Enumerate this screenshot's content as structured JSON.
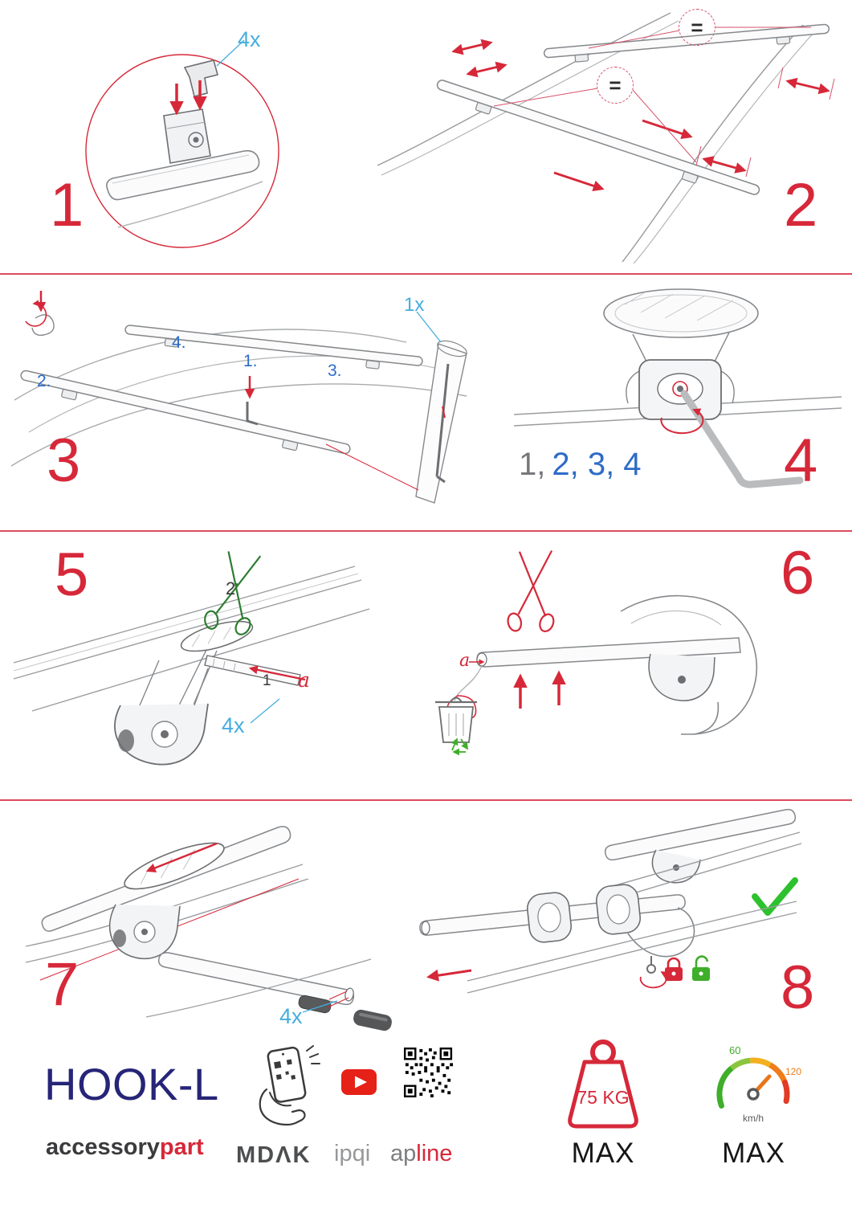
{
  "colors": {
    "accent_red": "#d62839",
    "label_cyan": "#45aede",
    "label_blue": "#2e6bc8",
    "brand_navy": "#262578",
    "green": "#3fae2a",
    "gray": "#808285"
  },
  "steps": {
    "s1": {
      "number": "1",
      "qty": "4x"
    },
    "s2": {
      "number": "2",
      "equal_top": "=",
      "equal_mid": "="
    },
    "s3": {
      "number": "3",
      "sub_1": "1.",
      "sub_2": "2.",
      "sub_3": "3.",
      "sub_4": "4.",
      "qty": "1x"
    },
    "s4": {
      "number": "4",
      "seq_gray": "1,",
      "seq_blue": "2, 3, 4"
    },
    "s5": {
      "number": "5",
      "scissors_label": "2",
      "strap_label": "1",
      "part_a": "a",
      "qty": "4x"
    },
    "s6": {
      "number": "6",
      "part_a": "a"
    },
    "s7": {
      "number": "7",
      "qty": "4x"
    },
    "s8": {
      "number": "8"
    }
  },
  "icons": {
    "scissors_green": "✂",
    "scissors_red": "✂",
    "recycle_bin": "♻",
    "lock_closed": "closed padlock (red)",
    "lock_open": "open padlock (green)",
    "checkmark": "✓",
    "youtube_play": "▶",
    "qr_code": "QR code",
    "phone_scan": "hand holding phone scanning QR",
    "weight_kettlebell": "weight tag",
    "speedometer": "speed gauge"
  },
  "footer": {
    "product": "HOOK-L",
    "brand_gray": "accessory",
    "brand_red": "part",
    "logo_mdak": "MDΛK",
    "logo_ipqi": "ipqi",
    "logo_ap": "ap",
    "logo_line": "line",
    "weight_value": "75 KG",
    "weight_max": "MAX",
    "speed_low": "60",
    "speed_high": "120",
    "speed_unit": "km/h",
    "speed_max": "MAX"
  }
}
